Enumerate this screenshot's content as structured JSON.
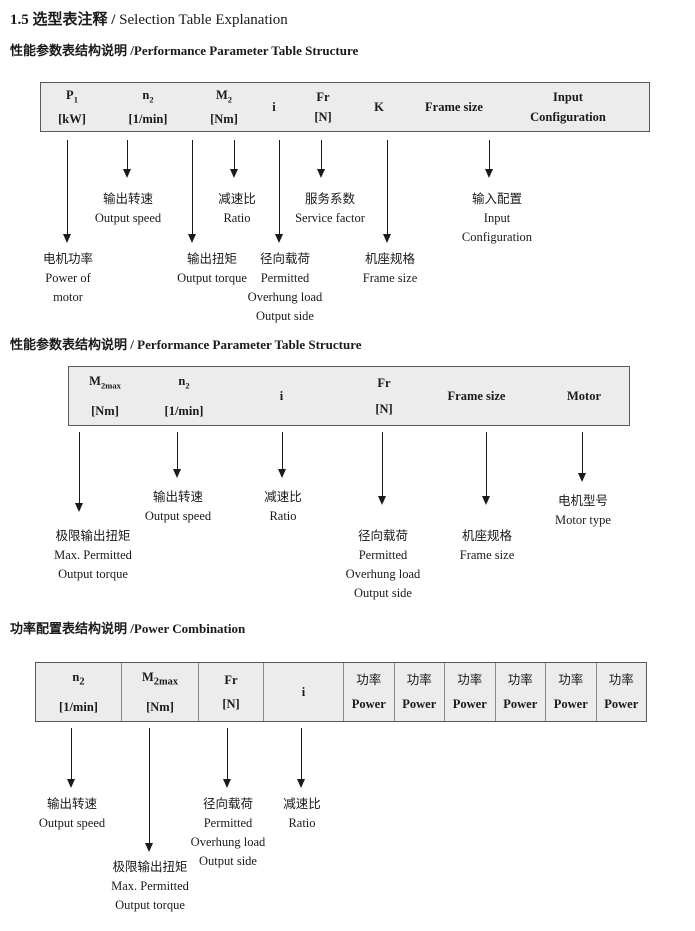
{
  "title": {
    "zh": "1.5 选型表注释 /",
    "en": " Selection Table Explanation"
  },
  "sections": [
    {
      "heading": {
        "zh": "性能参数表结构说明 /",
        "en": "Performance Parameter Table Structure"
      },
      "columns": [
        {
          "sym": "P",
          "sub": "1",
          "line2": "[kW]"
        },
        {
          "sym": "n",
          "sub": "2",
          "line2": "[1/min]"
        },
        {
          "sym": "M",
          "sub": "2",
          "line2": "[Nm]"
        },
        {
          "sym": "i"
        },
        {
          "sym": "Fr",
          "line2": "[N]"
        },
        {
          "sym": "K"
        },
        {
          "sym": "Frame size"
        },
        {
          "sym": "Input",
          "line2": "Configuration"
        }
      ],
      "labels": {
        "output_speed": "输出转速\nOutput speed",
        "ratio": "减速比\nRatio",
        "service_factor": "服务系数\nService factor",
        "input_configuration": "输入配置\nInput\nConfiguration",
        "power_of_motor": "电机功率\nPower of\nmotor",
        "output_torque": "输出扭矩\nOutput torque",
        "overhung_load": "径向载荷\nPermitted\nOverhung load\nOutput side",
        "frame_size": "机座规格\nFrame size"
      }
    },
    {
      "heading": {
        "zh": "性能参数表结构说明 / ",
        "en": "Performance Parameter Table Structure"
      },
      "columns": [
        {
          "sym": "M",
          "sub": "2max",
          "line2": "[Nm]"
        },
        {
          "sym": "n",
          "sub": "2",
          "line2": "[1/min]"
        },
        {
          "sym": "i"
        },
        {
          "sym": "Fr",
          "line2": "[N]"
        },
        {
          "sym": "Frame size"
        },
        {
          "sym": "Motor"
        }
      ],
      "labels": {
        "max_output_torque": "极限输出扭矩\nMax. Permitted\nOutput torque",
        "output_speed": "输出转速\nOutput speed",
        "ratio": "减速比\nRatio",
        "overhung_load": "径向载荷\nPermitted\nOverhung load\nOutput side",
        "frame_size": "机座规格\nFrame size",
        "motor_type": "电机型号\nMotor type"
      }
    },
    {
      "heading": {
        "zh": "功率配置表结构说明 /",
        "en": "Power Combination"
      },
      "columns": [
        {
          "sym": "n",
          "sub": "2",
          "line2": "[1/min]"
        },
        {
          "sym": "M",
          "sub": "2max",
          "line2": "[Nm]"
        },
        {
          "sym": "Fr",
          "line2": "[N]"
        },
        {
          "sym": "i"
        }
      ],
      "power_cell": {
        "zh": "功率",
        "en": "Power"
      },
      "labels": {
        "output_speed": "输出转速\nOutput speed",
        "max_output_torque": "极限输出扭矩\nMax. Permitted\nOutput torque",
        "overhung_load": "径向载荷\nPermitted\nOverhung load\nOutput side",
        "ratio": "减速比\nRatio"
      }
    }
  ]
}
